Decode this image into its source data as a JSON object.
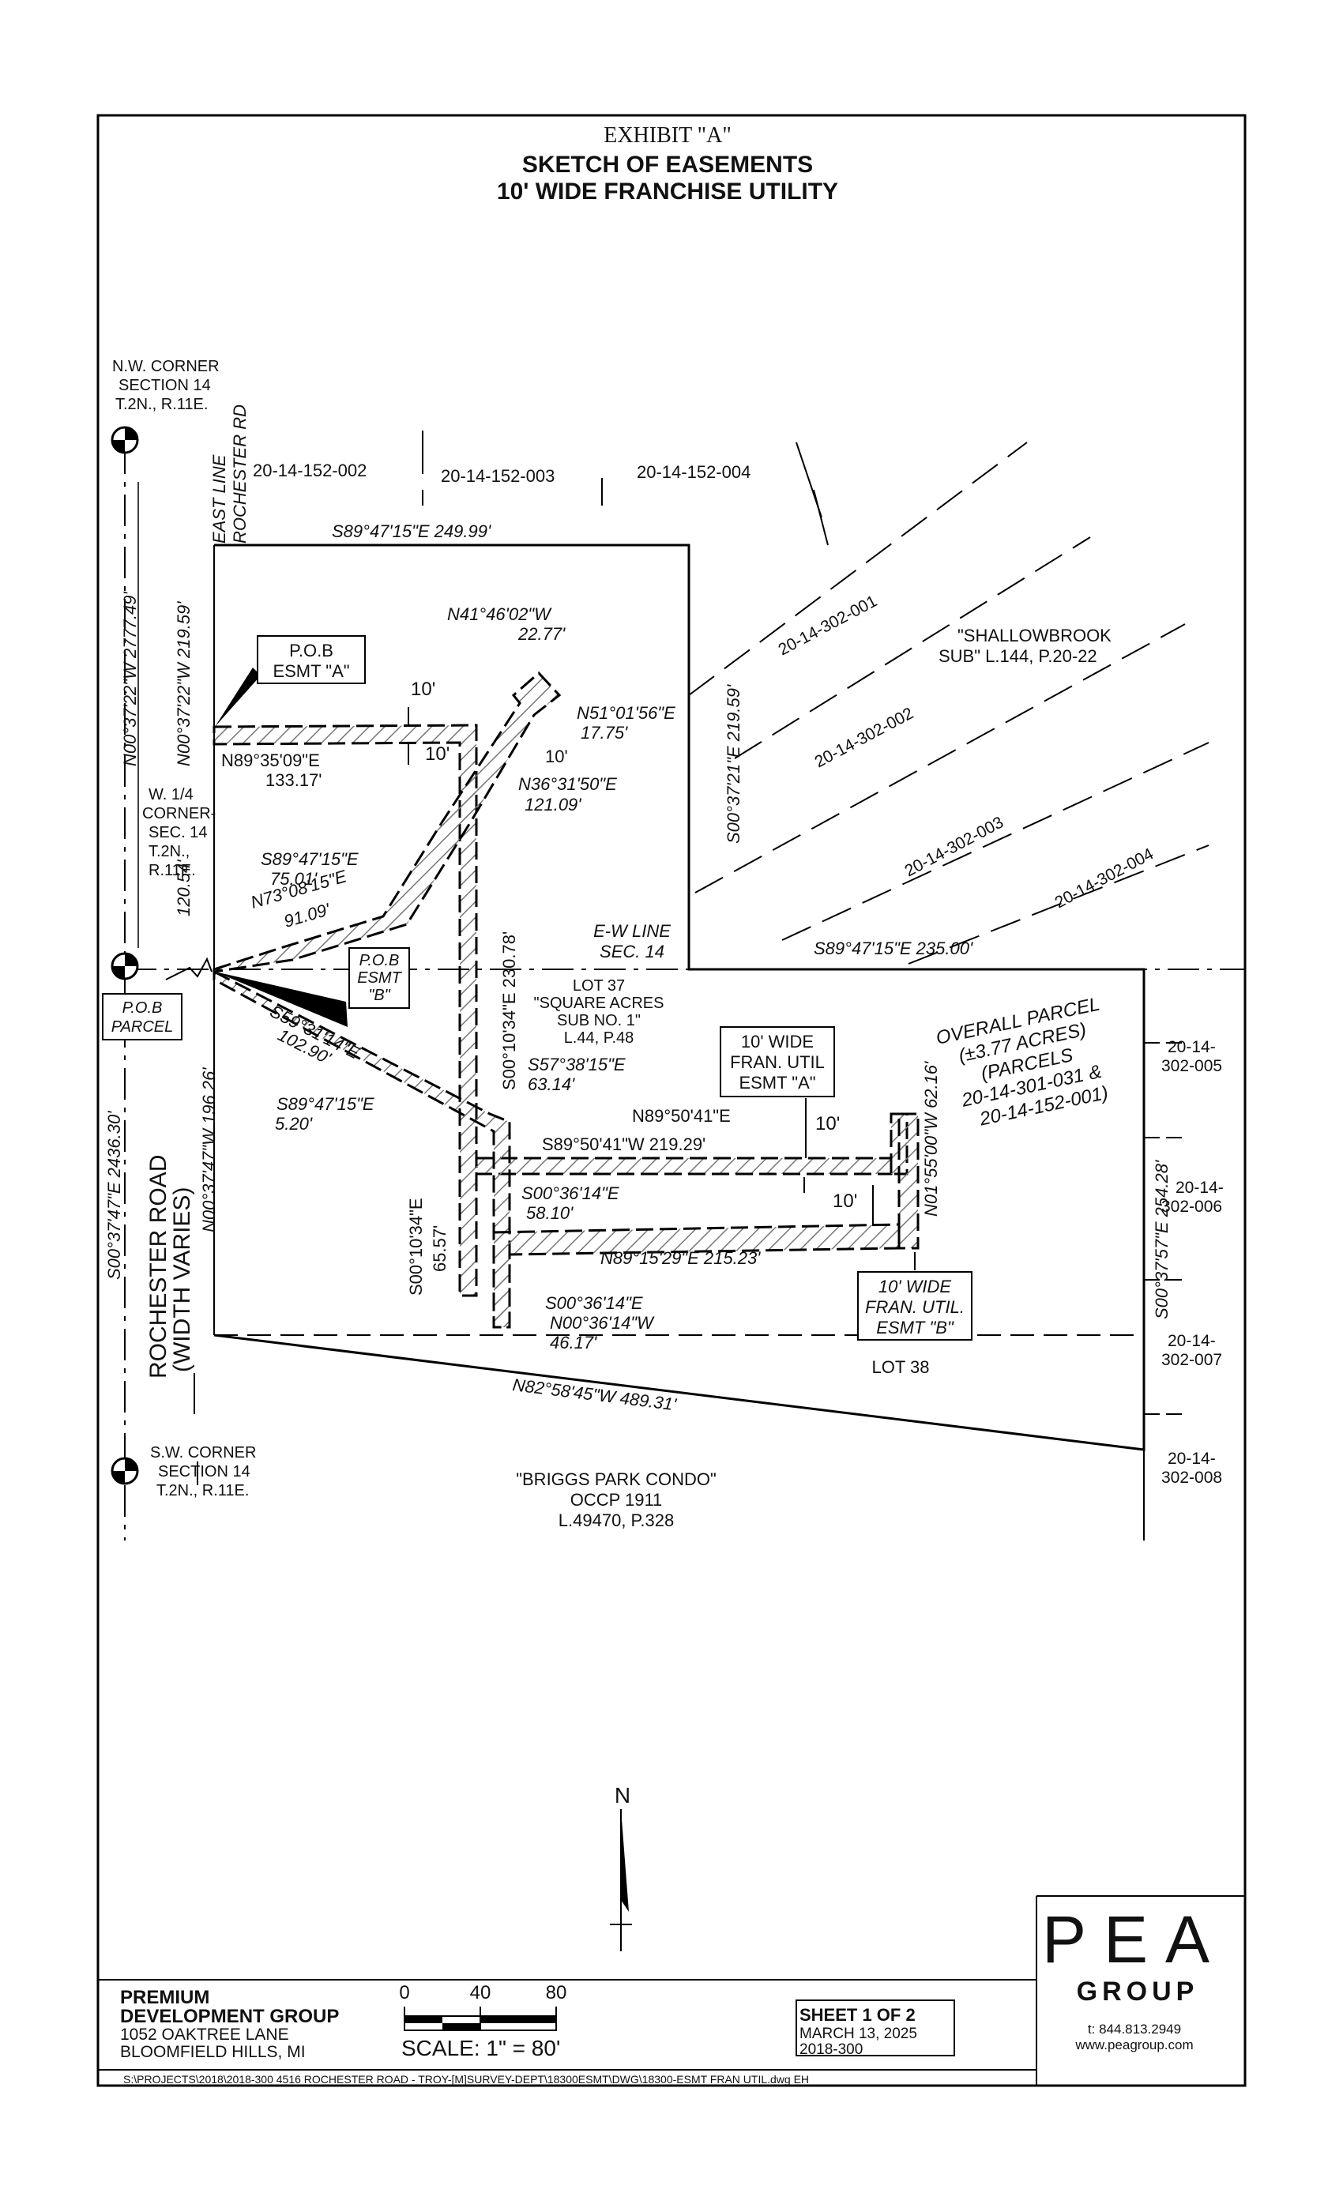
{
  "header": {
    "exhibit": "EXHIBIT \"A\"",
    "title": "SKETCH OF EASEMENTS",
    "subtitle": "10' WIDE FRANCHISE UTILITY"
  },
  "corners": {
    "nw": [
      "N.W. CORNER",
      "SECTION 14",
      "T.2N., R.11E."
    ],
    "w14": [
      "W. 1/4",
      "CORNER-",
      "SEC. 14",
      "T.2N.,",
      "R.11E."
    ],
    "sw": [
      "S.W. CORNER",
      "SECTION 14",
      "T.2N., R.11E."
    ]
  },
  "east_line": [
    "EAST LINE",
    "ROCHESTER RD"
  ],
  "road": [
    "ROCHESTER ROAD",
    "(WIDTH VARIES)"
  ],
  "pob": {
    "a": [
      "P.O.B",
      "ESMT \"A\""
    ],
    "b": [
      "P.O.B",
      "ESMT",
      "\"B\""
    ],
    "parcel": [
      "P.O.B",
      "PARCEL"
    ]
  },
  "parcels": {
    "p152_002": "20-14-152-002",
    "p152_003": "20-14-152-003",
    "p152_004": "20-14-152-004",
    "p302_001": "20-14-302-001",
    "p302_002": "20-14-302-002",
    "p302_003": "20-14-302-003",
    "p302_004": "20-14-302-004",
    "p302_005": [
      "20-14-",
      "302-005"
    ],
    "p302_006": [
      "20-14-",
      "302-006"
    ],
    "p302_007": [
      "20-14-",
      "302-007"
    ],
    "p302_008": [
      "20-14-",
      "302-008"
    ]
  },
  "subdivisions": {
    "shallowbrook": [
      "\"SHALLOWBROOK",
      "SUB\" L.144, P.20-22"
    ],
    "lot37": [
      "LOT 37",
      "\"SQUARE ACRES",
      "SUB NO. 1\"",
      "L.44, P.48"
    ],
    "lot38": "LOT 38",
    "briggs": [
      "\"BRIGGS PARK CONDO\"",
      "OCCP 1911",
      "L.49470, P.328"
    ],
    "ew_line": [
      "E-W LINE",
      "SEC. 14"
    ],
    "overall": [
      "OVERALL PARCEL",
      "(±3.77 ACRES)",
      "(PARCELS",
      "20-14-301-031 &",
      "20-14-152-001)"
    ]
  },
  "easement_labels": {
    "a": [
      "10' WIDE",
      "FRAN. UTIL",
      "ESMT \"A\""
    ],
    "b": [
      "10' WIDE",
      "FRAN. UTIL.",
      "ESMT \"B\""
    ]
  },
  "courses": {
    "top_line": "S89°47'15\"E   249.99'",
    "west_2777": "N00°37'22\"W   2777.49'",
    "west_219": "N00°37'22\"W   219.59'",
    "dist_120": "120.54'",
    "east_219": "S00°37'21\"E   219.59'",
    "n41": "N41°46'02\"W",
    "d22": "22.77'",
    "n51": "N51°01'56\"E",
    "d17": "17.75'",
    "n36": "N36°31'50\"E",
    "d121": "121.09'",
    "n89_35": "N89°35'09\"E",
    "d133": "133.17'",
    "s89_75": "S89°47'15\"E",
    "d75": "75.01'",
    "n73": "N73°08'15\"E",
    "d91": "91.09'",
    "s00_230": "S00°10'34\"E   230.78'",
    "s89_235": "S89°47'15\"E   235.00'",
    "s59": "S59°31'14\"E",
    "d102": "102.90'",
    "s89_5": "S89°47'15\"E",
    "d5": "5.20'",
    "s57": "S57°38'15\"E",
    "d63": "63.14'",
    "n89_50": "N89°50'41\"E",
    "s89_50": "S89°50'41\"W   219.29'",
    "s00_36a": "S00°36'14\"E",
    "d58": "58.10'",
    "n89_15": "N89°15'29\"E   215.23'",
    "n01": "N01°55'00\"W   62.16'",
    "s00_65": "S00°10'34\"E",
    "d65": "65.57'",
    "s00_36b": "S00°36'14\"E",
    "n00_36": "N00°36'14\"W",
    "d46": "46.17'",
    "n82": "N82°58'45\"W   489.31'",
    "s00_2436": "S00°37'47\"E   2436.30'",
    "n00_196": "N00°37'47\"W   196.26'",
    "s00_254": "S00°37'57\"E   254.28'",
    "ten": "10'"
  },
  "north": "N",
  "scale": {
    "ticks": [
      "0",
      "40",
      "80"
    ],
    "label": "SCALE: 1\" = 80'"
  },
  "client": [
    "PREMIUM",
    "DEVELOPMENT GROUP",
    "1052 OAKTREE LANE",
    "BLOOMFIELD HILLS, MI"
  ],
  "sheet_info": [
    "SHEET 1 OF 2",
    "MARCH 13, 2025",
    "2018-300"
  ],
  "firm": {
    "logo": "PEA",
    "group": "GROUP",
    "phone": "t: 844.813.2949",
    "web": "www.peagroup.com"
  },
  "filepath": "S:\\PROJECTS\\2018\\2018-300 4516 ROCHESTER ROAD - TROY-[M]SURVEY-DEPT\\18300ESMT\\DWG\\18300-ESMT FRAN UTIL.dwg EH"
}
